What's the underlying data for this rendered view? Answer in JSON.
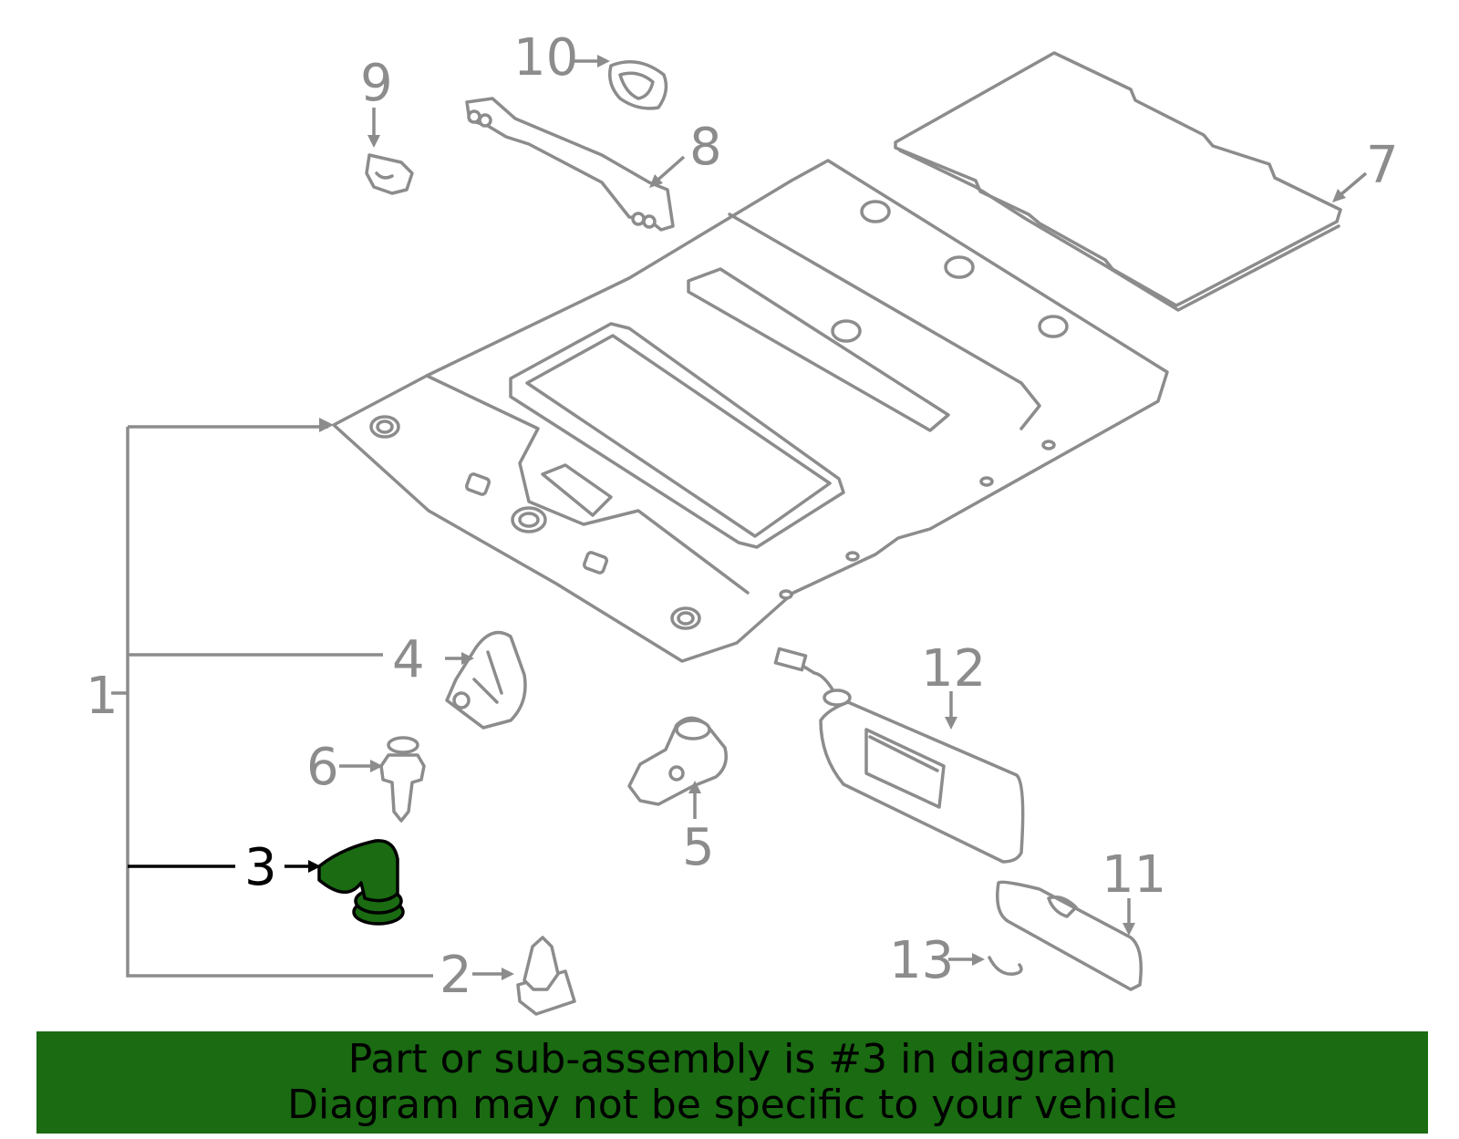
{
  "callouts": {
    "c1": "1",
    "c2": "2",
    "c3": "3",
    "c4": "4",
    "c5": "5",
    "c6": "6",
    "c7": "7",
    "c8": "8",
    "c9": "9",
    "c10": "10",
    "c11": "11",
    "c12": "12",
    "c13": "13"
  },
  "highlight": {
    "part": "3",
    "color": "#1a6b12"
  },
  "banner": {
    "line1": "Part or sub-assembly is #3 in diagram",
    "line2": "Diagram may not be specific to your vehicle",
    "color": "#1a6b12"
  }
}
